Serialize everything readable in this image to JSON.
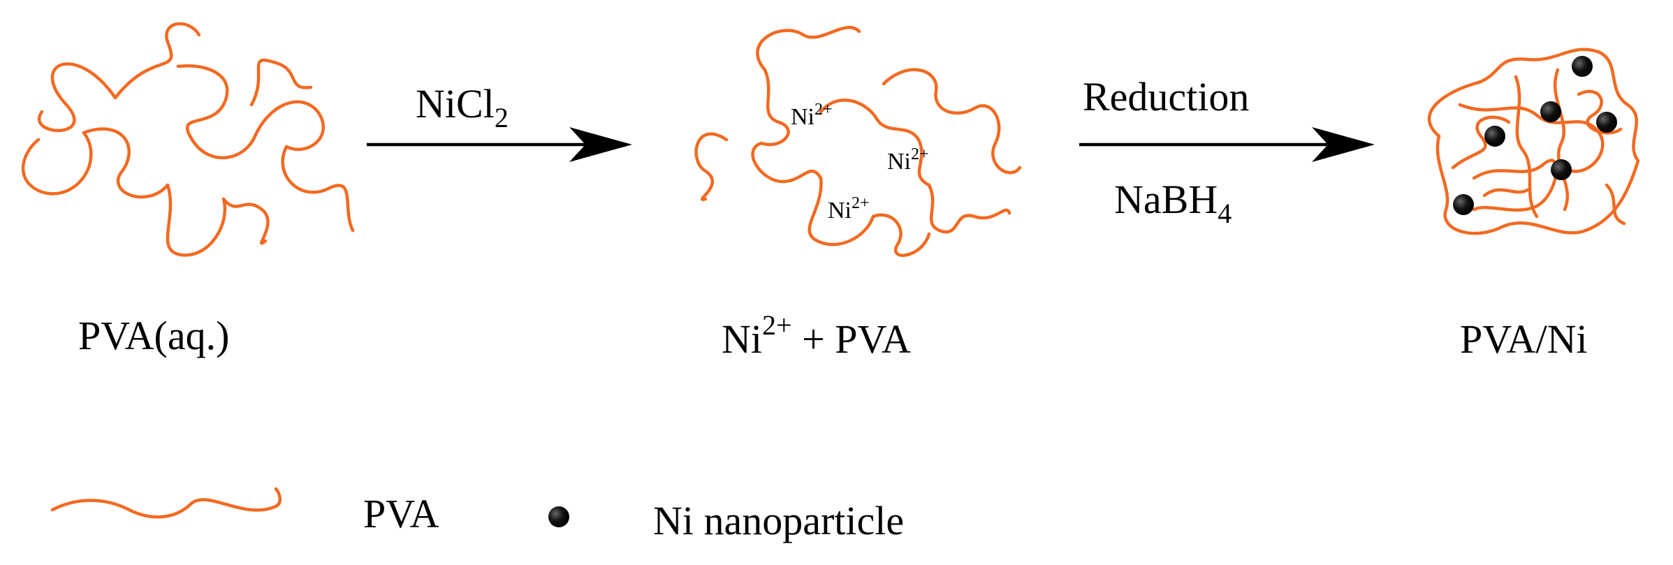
{
  "colors": {
    "polymer": "#f26a21",
    "arrow": "#000000",
    "particle": "#111111",
    "text": "#000000"
  },
  "stages": {
    "start": {
      "label": "PVA(aq.)"
    },
    "middle": {
      "label_main": "Ni",
      "label_sup": "2+",
      "label_rest": " + PVA",
      "ions": [
        {
          "base": "Ni",
          "sup": "2+"
        },
        {
          "base": "Ni",
          "sup": "2+"
        },
        {
          "base": "Ni",
          "sup": "2+"
        }
      ]
    },
    "end": {
      "label": "PVA/Ni"
    }
  },
  "arrows": {
    "first": {
      "reagent_main": "NiCl",
      "reagent_sub": "2"
    },
    "second": {
      "above": "Reduction",
      "below_main": "NaBH",
      "below_sub": "4"
    }
  },
  "legend": {
    "polymer_label": "PVA",
    "particle_label": "Ni nanoparticle"
  }
}
